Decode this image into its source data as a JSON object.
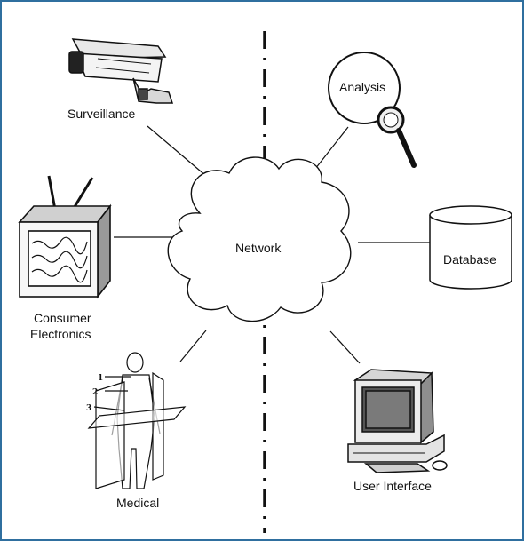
{
  "labels": {
    "surveillance": "Surveillance",
    "consumer_line1": "Consumer",
    "consumer_line2": "Electronics",
    "medical": "Medical",
    "network": "Network",
    "analysis": "Analysis",
    "database": "Database",
    "user_interface": "User Interface",
    "medical_numbers": [
      "1",
      "2",
      "3"
    ]
  },
  "icons": [
    "camera-icon",
    "television-icon",
    "human-body-icon",
    "magnifier-icon",
    "database-cylinder-icon",
    "computer-icon"
  ],
  "colors": {
    "frame_border": "#2f6f9f",
    "stroke": "#111111"
  }
}
